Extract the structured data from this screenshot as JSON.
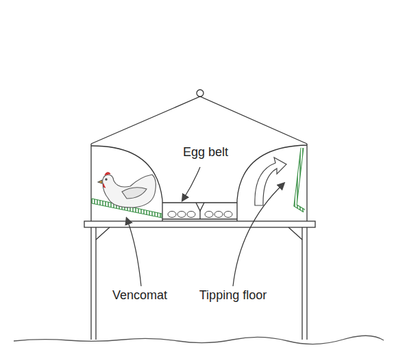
{
  "diagram": {
    "labels": [
      "Egg belt",
      "Vencomat",
      "Tipping floor"
    ]
  }
}
